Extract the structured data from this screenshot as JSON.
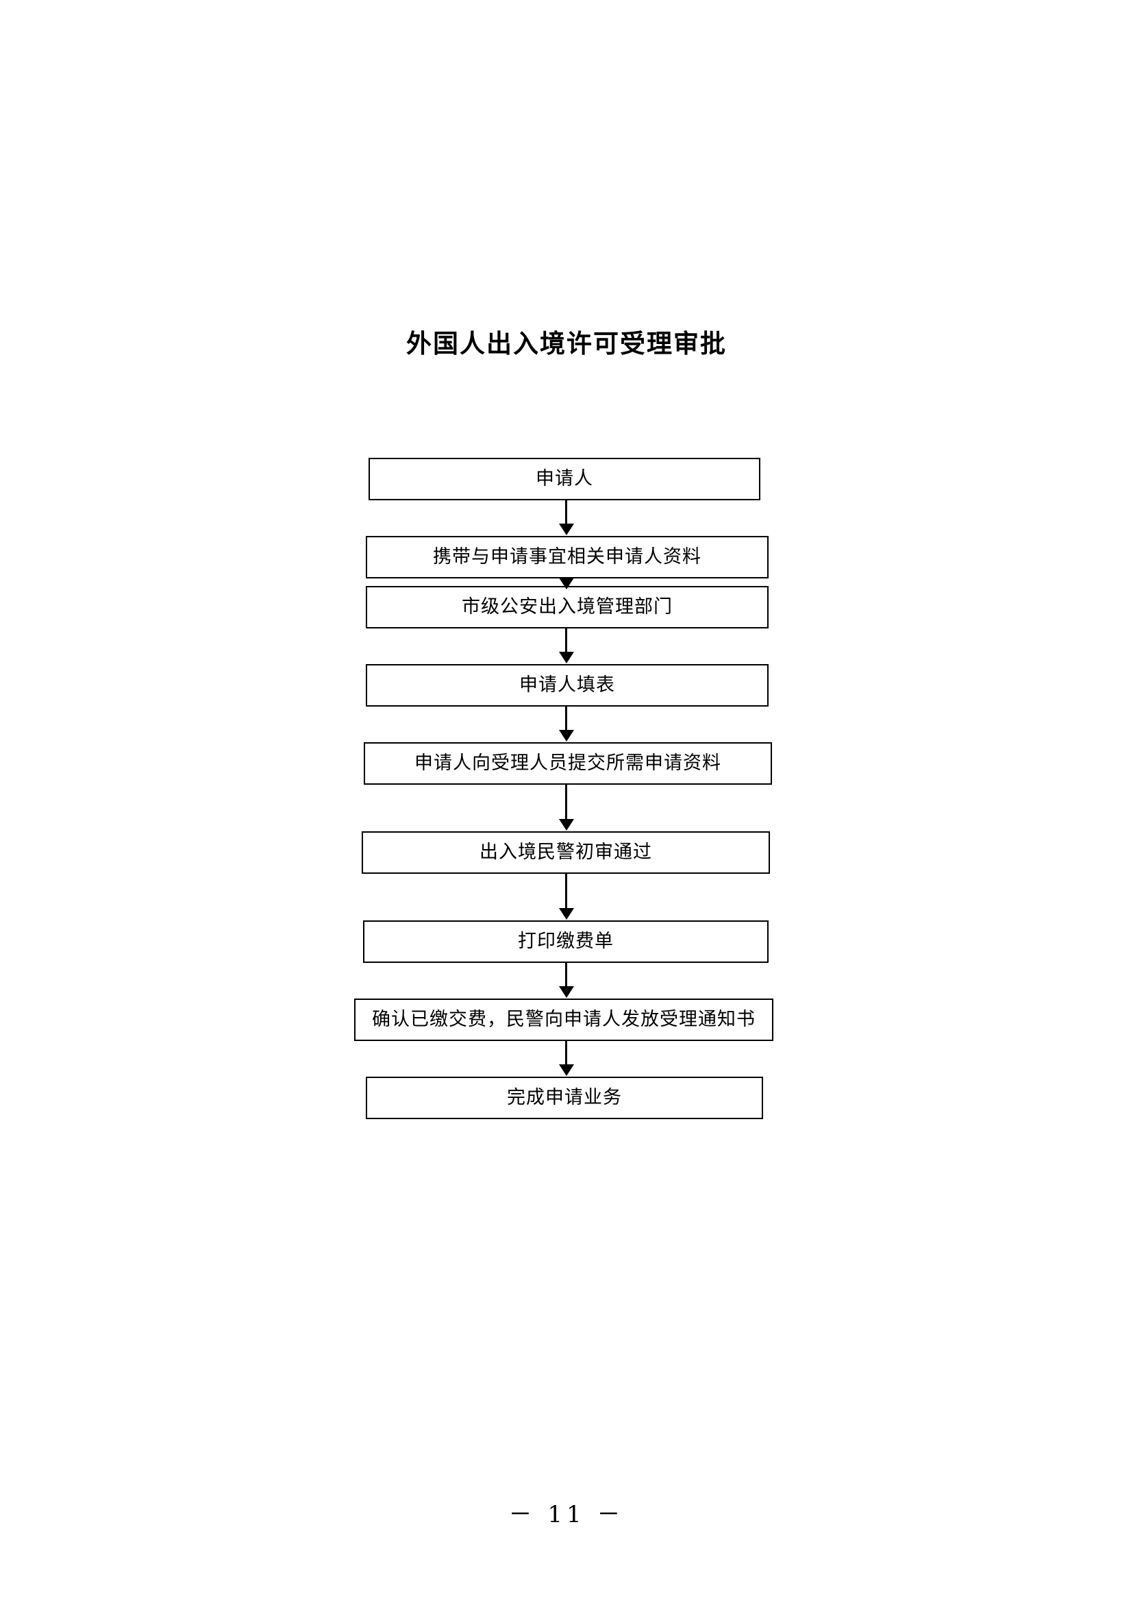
{
  "document": {
    "title": "外国人出入境许可受理审批",
    "page_label": "－ 11 －",
    "page_number": 11
  },
  "chart_data": {
    "type": "diagram",
    "diagram_type": "flowchart",
    "orientation": "top-to-bottom",
    "title": "外国人出入境许可受理审批",
    "node_shape": "rectangle",
    "connector": "single-headed-arrow",
    "nodes": [
      {
        "id": 1,
        "label": "申请人"
      },
      {
        "id": 2,
        "label": "携带与申请事宜相关申请人资料"
      },
      {
        "id": 3,
        "label": "市级公安出入境管理部门"
      },
      {
        "id": 4,
        "label": "申请人填表"
      },
      {
        "id": 5,
        "label": "申请人向受理人员提交所需申请资料"
      },
      {
        "id": 6,
        "label": "出入境民警初审通过"
      },
      {
        "id": 7,
        "label": "打印缴费单"
      },
      {
        "id": 8,
        "label": "确认已缴交费，民警向申请人发放受理通知书"
      },
      {
        "id": 9,
        "label": "完成申请业务"
      }
    ],
    "edges": [
      {
        "from": 1,
        "to": 2,
        "label": ""
      },
      {
        "from": 2,
        "to": 3,
        "label": ""
      },
      {
        "from": 3,
        "to": 4,
        "label": ""
      },
      {
        "from": 4,
        "to": 5,
        "label": ""
      },
      {
        "from": 5,
        "to": 6,
        "label": ""
      },
      {
        "from": 6,
        "to": 7,
        "label": ""
      },
      {
        "from": 7,
        "to": 8,
        "label": ""
      },
      {
        "from": 8,
        "to": 9,
        "label": ""
      }
    ],
    "colors": {
      "page_background": "#ffffff",
      "node_border": "#000000",
      "node_fill": "#ffffff",
      "text": "#000000",
      "arrow": "#000000"
    }
  }
}
